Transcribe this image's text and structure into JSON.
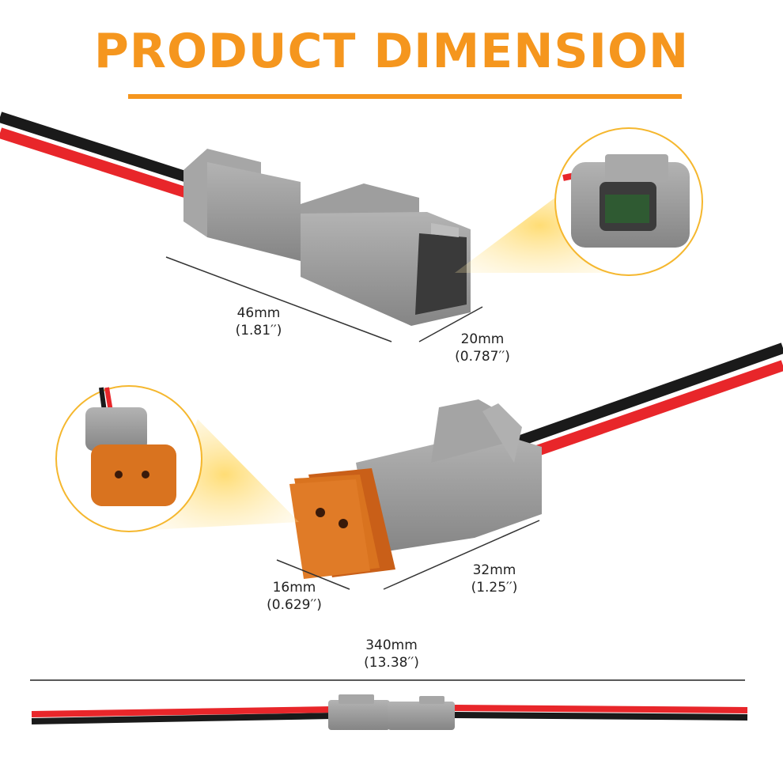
{
  "title": "PRODUCT DIMENSION",
  "colors": {
    "accent": "#f5961e",
    "connector_gray": "#9a9a9a",
    "seal_orange": "#d9731f",
    "wire_red": "#e8262a",
    "wire_black": "#1a1a1a"
  },
  "dimensions": {
    "male_length": {
      "mm": "46mm",
      "inch": "(1.81′′)"
    },
    "male_width": {
      "mm": "20mm",
      "inch": "(0.787′′)"
    },
    "female_length": {
      "mm": "32mm",
      "inch": "(1.25′′)"
    },
    "female_width": {
      "mm": "16mm",
      "inch": "(0.629′′)"
    },
    "overall_length": {
      "mm": "340mm",
      "inch": "(13.38′′)"
    }
  }
}
